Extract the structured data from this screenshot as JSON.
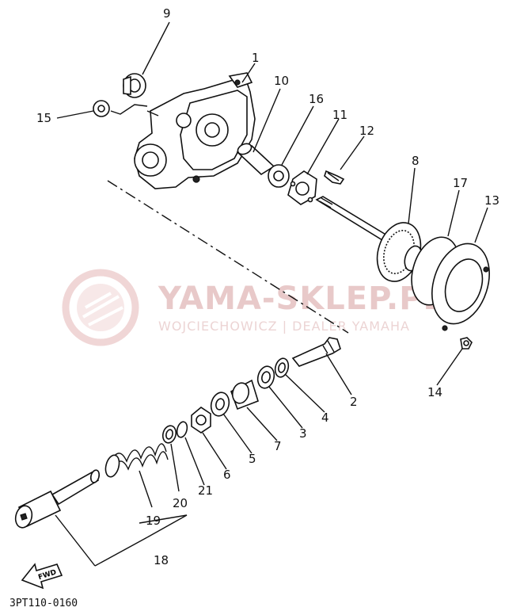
{
  "watermark": {
    "title": "YAMA-SKLEP.PL",
    "subtitle": "WOJCIECHOWICZ | DEALER YAMAHA",
    "color": "#e5b5b5"
  },
  "diagram_code": "3PT110-0160",
  "fwd_label": "FWD",
  "callouts": {
    "c1": "1",
    "c2": "2",
    "c3": "3",
    "c4": "4",
    "c5": "5",
    "c6": "6",
    "c7": "7",
    "c8": "8",
    "c9": "9",
    "c10": "10",
    "c11": "11",
    "c12": "12",
    "c13": "13",
    "c14": "14",
    "c15": "15",
    "c16": "16",
    "c17": "17",
    "c18": "18",
    "c19": "19",
    "c20": "20",
    "c21": "21"
  }
}
